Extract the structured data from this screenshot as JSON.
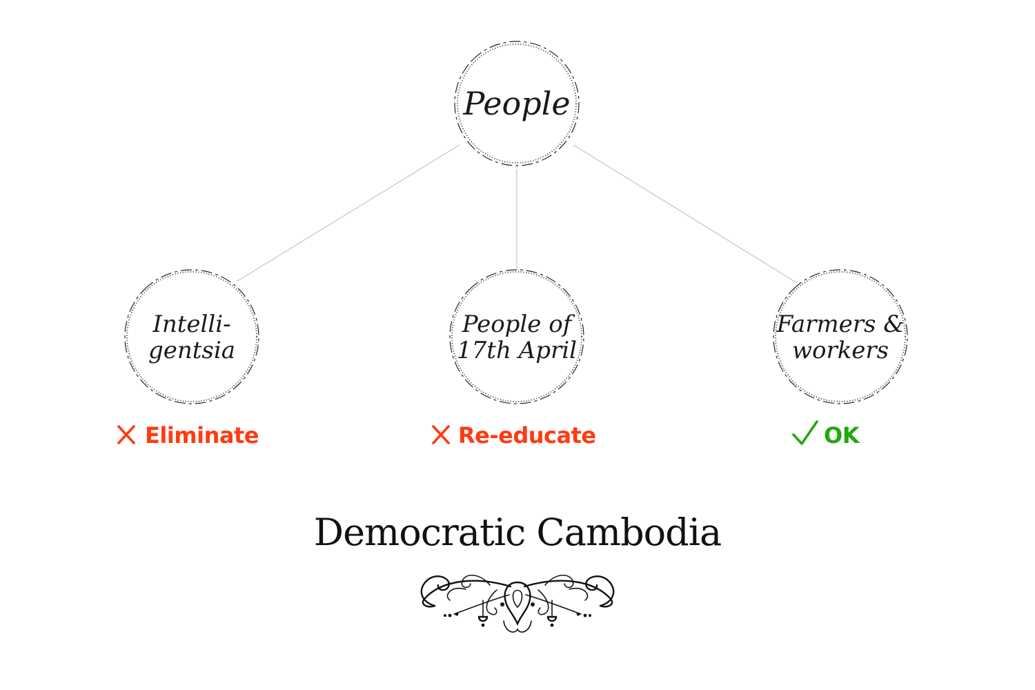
{
  "diagram": {
    "root": {
      "label": "People"
    },
    "children": [
      {
        "lines": [
          "Intelli-",
          "gentsia"
        ],
        "verdict": "Eliminate",
        "verdict_icon": "cross-icon",
        "verdict_color": "#ff3b12"
      },
      {
        "lines": [
          "People of",
          "17th April"
        ],
        "verdict": "Re-educate",
        "verdict_icon": "cross-icon",
        "verdict_color": "#ff3b12"
      },
      {
        "lines": [
          "Farmers &",
          "workers"
        ],
        "verdict": "OK",
        "verdict_icon": "check-icon",
        "verdict_color": "#22a80e"
      }
    ],
    "title": "Democratic Cambodia",
    "ornament": "flourish-ornament-icon"
  }
}
